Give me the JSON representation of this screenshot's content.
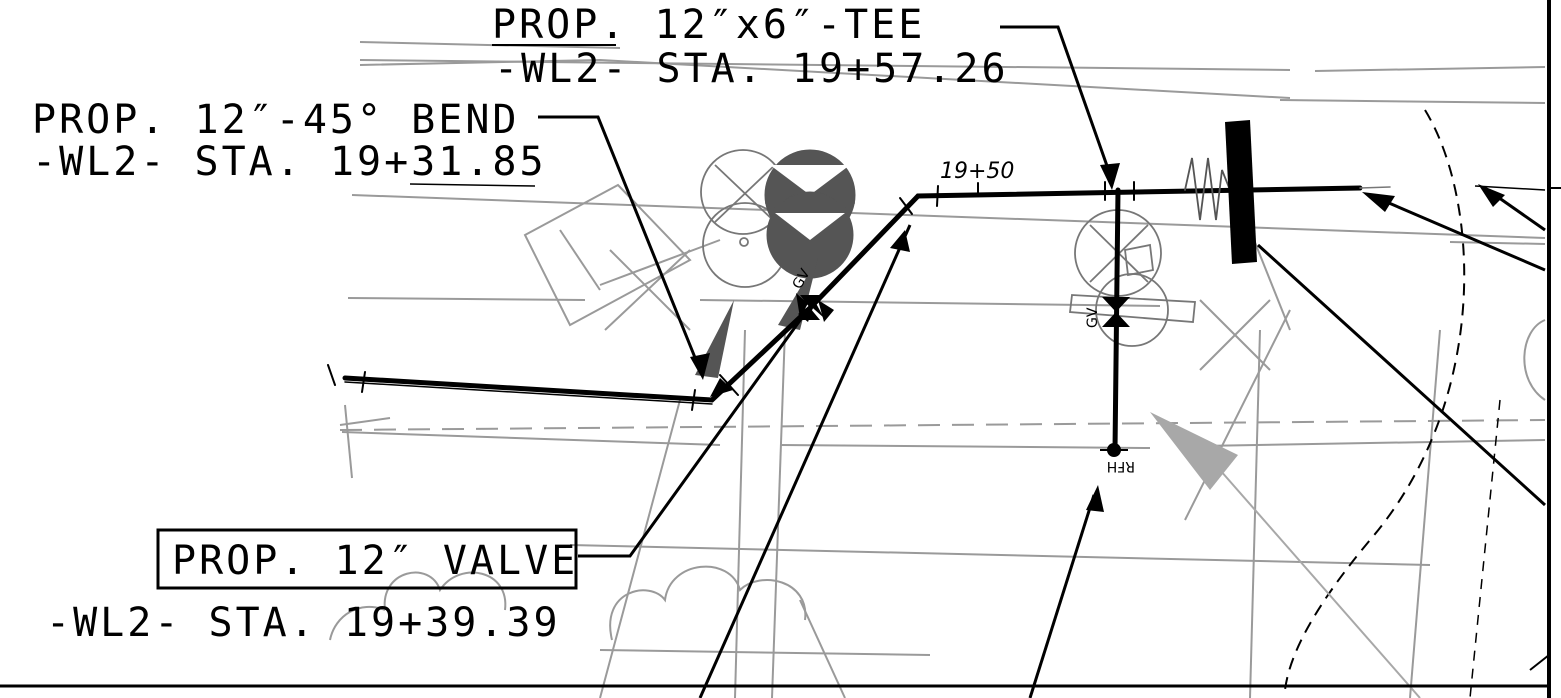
{
  "labels": {
    "tee_line1": "PROP. 12″x6″-TEE",
    "tee_line2": "-WL2- STA. 19+57.26",
    "bend_line1": "PROP. 12″-45° BEND",
    "bend_line2": "-WL2- STA. 19+31.85",
    "valve_line1": "PROP. 12″ VALVE",
    "valve_line2": "-WL2- STA. 19+39.39",
    "station_tick": "19+50",
    "gv_left": "GV",
    "gv_right": "GV",
    "rfh": "RFH"
  },
  "colors": {
    "ink": "#000000",
    "gray_line": "#9a9a9a",
    "dark_gray_fill": "#555555",
    "light_arrow": "#a8a8a8"
  }
}
